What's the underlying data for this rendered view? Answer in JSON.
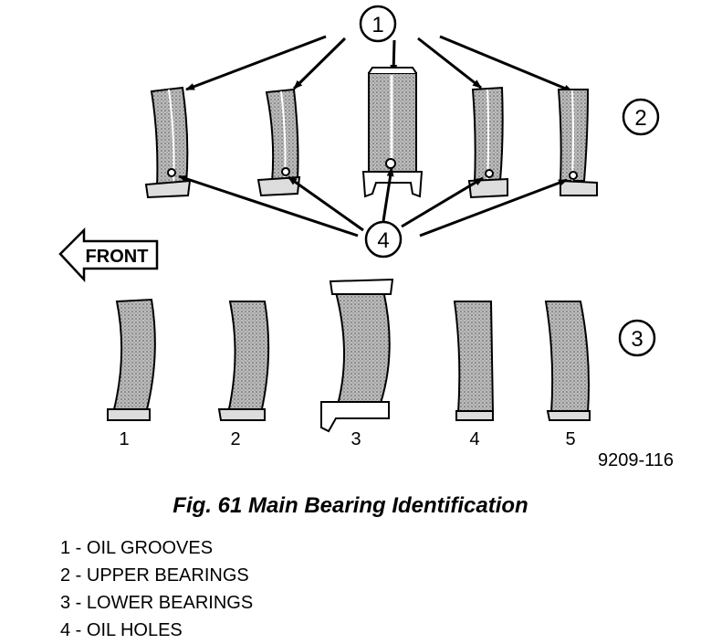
{
  "figure": {
    "callouts": [
      "1",
      "2",
      "3",
      "4"
    ],
    "front_label": "FRONT",
    "bearing_numbers": [
      "1",
      "2",
      "3",
      "4",
      "5"
    ],
    "figure_code": "9209-116",
    "caption": "Fig. 61 Main Bearing Identification",
    "legend": [
      "1 - OIL GROOVES",
      "2 - UPPER BEARINGS",
      "3 - LOWER BEARINGS",
      "4 - OIL HOLES"
    ]
  }
}
